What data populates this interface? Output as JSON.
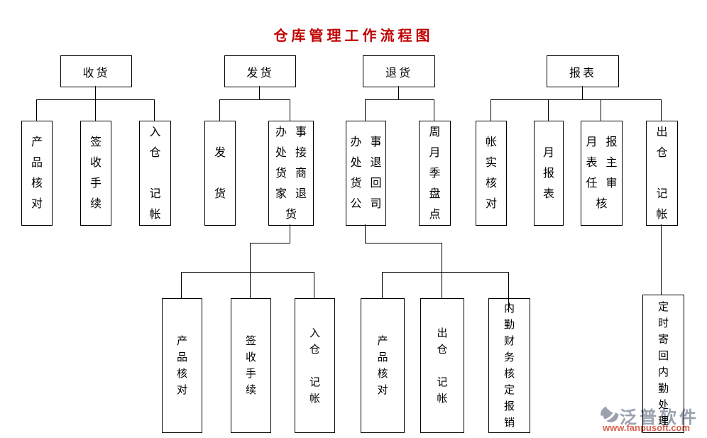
{
  "title": {
    "text": "仓库管理工作流程图",
    "color": "#c00000"
  },
  "groups": [
    {
      "label": "收货",
      "children": [
        {
          "text": "产\n品\n核\n对"
        },
        {
          "text": "签\n收\n手\n续"
        },
        {
          "text": "入\n仓\n\n记\n帐"
        }
      ]
    },
    {
      "label": "发货",
      "children": [
        {
          "text": "发\n\n货"
        },
        {
          "text": "办事\n处接\n货商\n家退\n货",
          "grandchildren": [
            {
              "text": "产\n品\n核\n对"
            },
            {
              "text": "签\n收\n手\n续"
            },
            {
              "text": "入\n仓\n\n记\n帐"
            }
          ]
        }
      ]
    },
    {
      "label": "退货",
      "children": [
        {
          "text": "办事\n处退\n货回\n公司",
          "grandchildren": [
            {
              "text": "产\n品\n核\n对"
            },
            {
              "text": "出\n仓\n\n记\n帐"
            },
            {
              "text": "内\n勤\n财\n务\n核\n定\n报\n销"
            }
          ]
        },
        {
          "text": "周\n月\n季\n盘\n点"
        }
      ]
    },
    {
      "label": "报表",
      "children": [
        {
          "text": "帐\n实\n核\n对"
        },
        {
          "text": "月\n报\n表"
        },
        {
          "text": "月报\n表主\n任审\n核"
        },
        {
          "text": "出\n仓\n\n记\n帐",
          "grandchildren": [
            {
              "text": "定\n时\n寄\n回\n内\n勤\n处\n理"
            }
          ]
        }
      ]
    }
  ],
  "watermark": {
    "brand": "泛普软件",
    "url": "www.fanpusoft.com",
    "brand_color": "#99a1af",
    "url_color": "#d4624f"
  },
  "colors": {
    "background": "#ffffff",
    "line": "#000000",
    "title": "#c00000"
  }
}
